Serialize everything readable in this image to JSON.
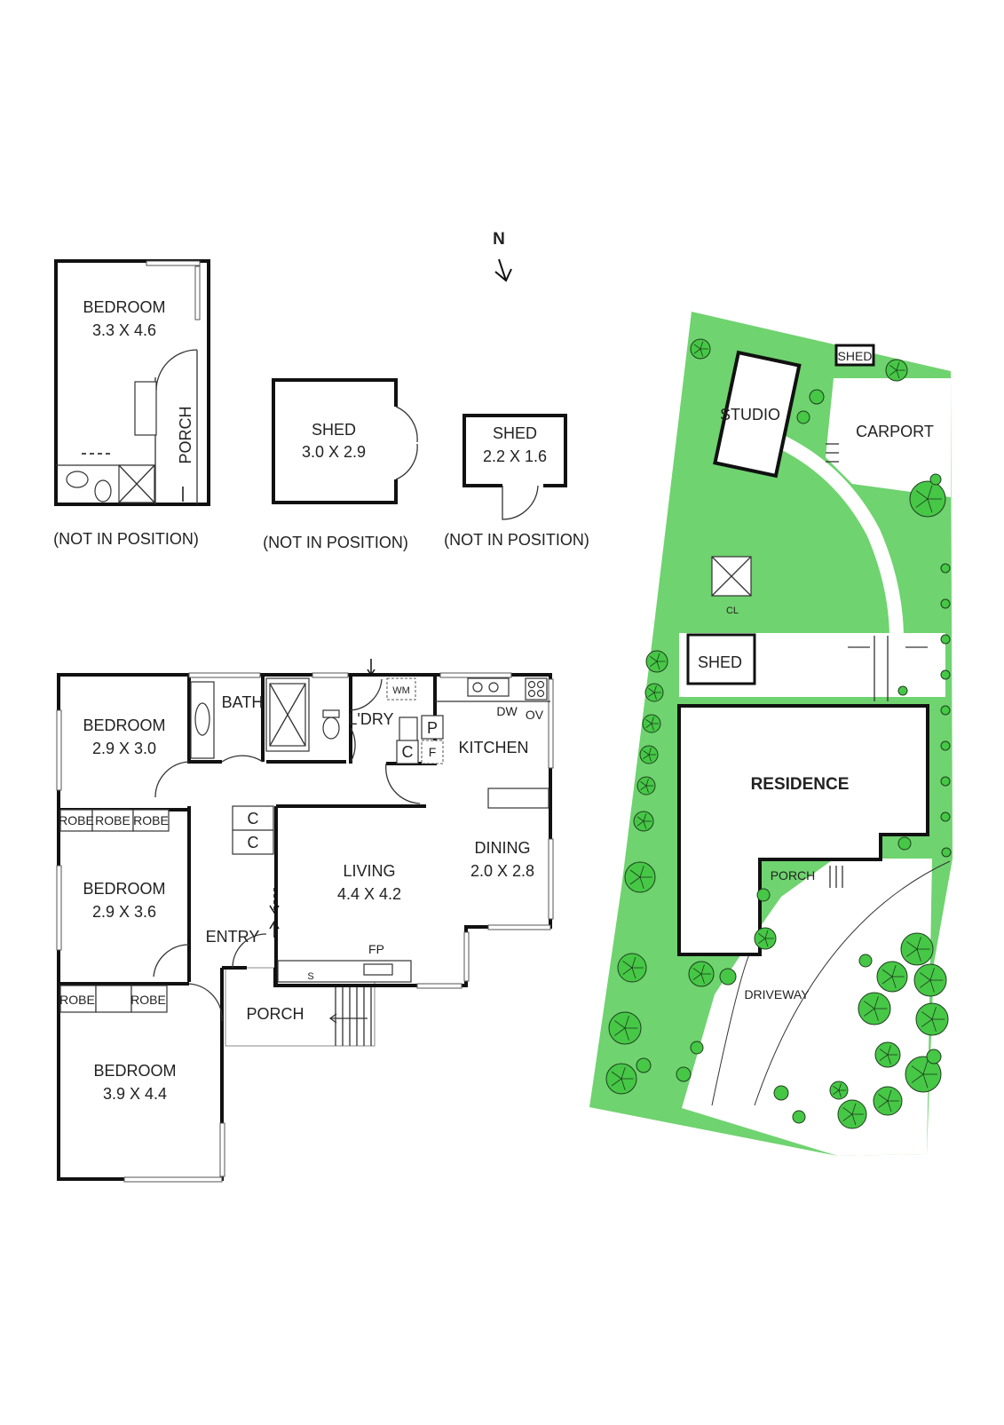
{
  "colors": {
    "lawn": "#6fd36f",
    "tree": "#46c746",
    "wall": "#111111"
  },
  "compass": {
    "label": "N"
  },
  "outbuildings": {
    "bedroom": {
      "name": "BEDROOM",
      "size": "3.3 X 4.6",
      "porch": "PORCH",
      "note": "(NOT IN POSITION)"
    },
    "shed_a": {
      "name": "SHED",
      "size": "3.0 X 2.9",
      "note": "(NOT IN POSITION)"
    },
    "shed_b": {
      "name": "SHED",
      "size": "2.2 X 1.6",
      "note": "(NOT IN POSITION)"
    }
  },
  "house": {
    "bedroom1": {
      "name": "BEDROOM",
      "size": "2.9 X 3.0"
    },
    "bedroom2": {
      "name": "BEDROOM",
      "size": "2.9 X 3.6"
    },
    "bedroom3": {
      "name": "BEDROOM",
      "size": "3.9 X 4.4"
    },
    "bath": "BATH",
    "laundry": "L'DRY",
    "kitchen": "KITCHEN",
    "living": {
      "name": "LIVING",
      "size": "4.4 X 4.2"
    },
    "dining": {
      "name": "DINING",
      "size": "2.0 X 2.8"
    },
    "entry": "ENTRY",
    "porch": "PORCH",
    "robe": "ROBE",
    "cupboard": "C",
    "pantry": "P",
    "fridge": "F",
    "wm": "WM",
    "dw": "DW",
    "ov": "OV",
    "fp": "FP",
    "s": "S"
  },
  "site": {
    "shed_top": "SHED",
    "studio": "STUDIO",
    "carport": "CARPORT",
    "cl": "CL",
    "shed": "SHED",
    "residence": "RESIDENCE",
    "porch": "PORCH",
    "driveway": "DRIVEWAY"
  }
}
